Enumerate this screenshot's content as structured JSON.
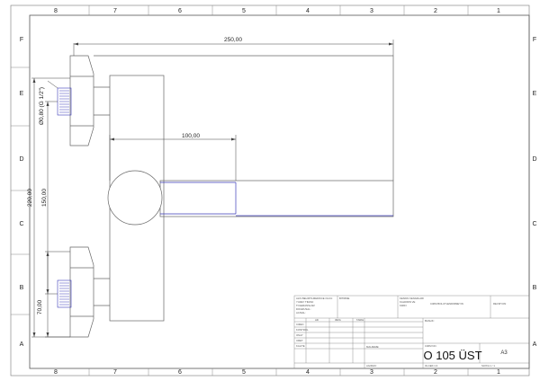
{
  "sheet": {
    "zones_top": [
      "8",
      "7",
      "6",
      "5",
      "4",
      "3",
      "2",
      "1"
    ],
    "zones_bottom": [
      "8",
      "7",
      "6",
      "5",
      "4",
      "3",
      "2",
      "1"
    ],
    "zones_left": [
      "F",
      "E",
      "D",
      "C",
      "B",
      "A"
    ],
    "zones_right": [
      "F",
      "E",
      "D",
      "C",
      "B",
      "A"
    ]
  },
  "dimensions": {
    "total_length": "250,00",
    "handle_length": "100,00",
    "thread": "Ø0,80 (G 1/2\")",
    "overall_height": "220,00",
    "center_distance": "150,00",
    "lower_offset": "70,00"
  },
  "title_block": {
    "notes": [
      "ALIS BELIRTILMEDIKCE OLCU:",
      "YUZEY TIRASI:",
      "TOLERANSLAR:",
      "DOGRUSAL:",
      "ACISAL:"
    ],
    "finish_label": "BITIRME",
    "edge_note": [
      "KESKIN KENARLARI",
      "KALDIRIN VE",
      "KIRIN"
    ],
    "drawing_header": "CIZIM BOLUTLENDIRMEYIN",
    "revision_label": "REVIZYON",
    "table_headers": [
      "AD",
      "IMZA",
      "TARIH"
    ],
    "table_rows": [
      "CIZEN",
      "KONTROL",
      "ONAY",
      "URET.",
      "KALITE"
    ],
    "title_label": "BASLIK:",
    "material_label": "MALZEME:",
    "dwg_no_label": "CIZIM NO.",
    "drawing_title": "O 105 ÜST",
    "sheet_size": "A3",
    "weight_label": "AGIRLIK:",
    "scale_label": "OLCEK:1:2",
    "sheet_label": "SAYFA 1 / 1"
  },
  "colors": {
    "frame": "#555555",
    "part_line": "#666666",
    "blue_line": "#3a3ab8",
    "dimension": "#444444"
  }
}
